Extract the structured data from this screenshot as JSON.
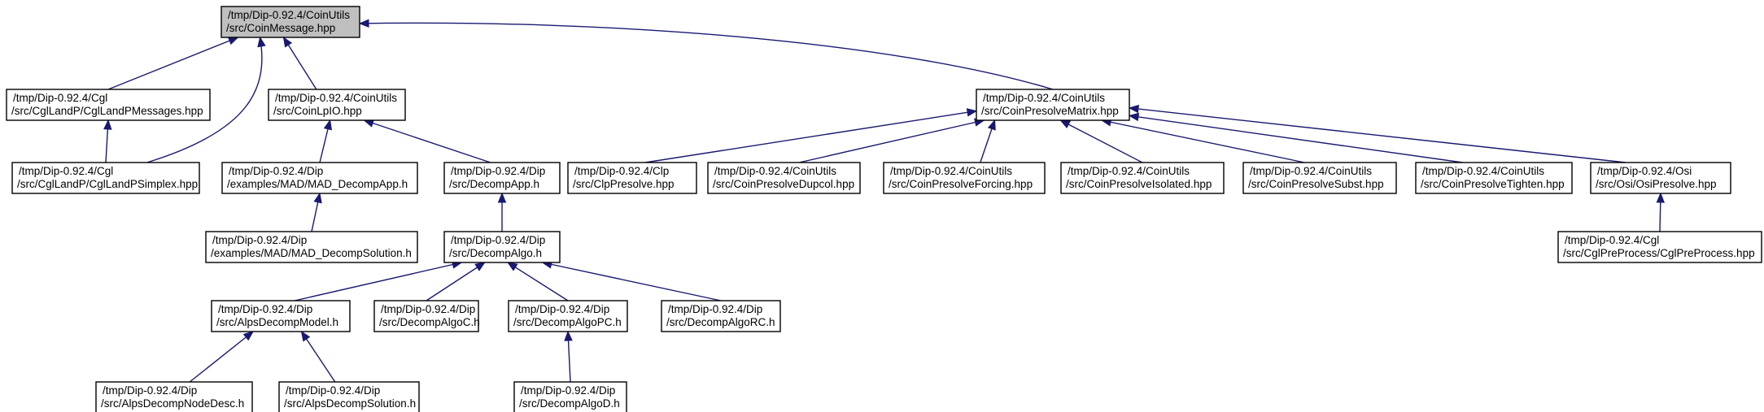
{
  "colors": {
    "edge": "#191970",
    "root_fill": "#bfbfbf",
    "node_fill": "#ffffff",
    "border": "#000000"
  },
  "nodes": [
    {
      "id": "coinmessage",
      "label": [
        "/tmp/Dip-0.92.4/CoinUtils",
        "/src/CoinMessage.hpp"
      ],
      "highlighted": true
    },
    {
      "id": "cgllandpmessages",
      "label": [
        "/tmp/Dip-0.92.4/Cgl",
        "/src/CglLandP/CglLandPMessages.hpp"
      ]
    },
    {
      "id": "coinlpio",
      "label": [
        "/tmp/Dip-0.92.4/CoinUtils",
        "/src/CoinLpIO.hpp"
      ]
    },
    {
      "id": "coinpresolvematrix",
      "label": [
        "/tmp/Dip-0.92.4/CoinUtils",
        "/src/CoinPresolveMatrix.hpp"
      ]
    },
    {
      "id": "cgllandpsimplex",
      "label": [
        "/tmp/Dip-0.92.4/Cgl",
        "/src/CglLandP/CglLandPSimplex.hpp"
      ]
    },
    {
      "id": "mad_decompapp",
      "label": [
        "/tmp/Dip-0.92.4/Dip",
        "/examples/MAD/MAD_DecompApp.h"
      ]
    },
    {
      "id": "decompapp",
      "label": [
        "/tmp/Dip-0.92.4/Dip",
        "/src/DecompApp.h"
      ]
    },
    {
      "id": "clppresolve",
      "label": [
        "/tmp/Dip-0.92.4/Clp",
        "/src/ClpPresolve.hpp"
      ]
    },
    {
      "id": "presolvedupcol",
      "label": [
        "/tmp/Dip-0.92.4/CoinUtils",
        "/src/CoinPresolveDupcol.hpp"
      ]
    },
    {
      "id": "presolveforcing",
      "label": [
        "/tmp/Dip-0.92.4/CoinUtils",
        "/src/CoinPresolveForcing.hpp"
      ]
    },
    {
      "id": "presolveisolated",
      "label": [
        "/tmp/Dip-0.92.4/CoinUtils",
        "/src/CoinPresolveIsolated.hpp"
      ]
    },
    {
      "id": "presolvesubst",
      "label": [
        "/tmp/Dip-0.92.4/CoinUtils",
        "/src/CoinPresolveSubst.hpp"
      ]
    },
    {
      "id": "presolvetighten",
      "label": [
        "/tmp/Dip-0.92.4/CoinUtils",
        "/src/CoinPresolveTighten.hpp"
      ]
    },
    {
      "id": "osipresolve",
      "label": [
        "/tmp/Dip-0.92.4/Osi",
        "/src/Osi/OsiPresolve.hpp"
      ]
    },
    {
      "id": "mad_decompsolution",
      "label": [
        "/tmp/Dip-0.92.4/Dip",
        "/examples/MAD/MAD_DecompSolution.h"
      ]
    },
    {
      "id": "decompalgo",
      "label": [
        "/tmp/Dip-0.92.4/Dip",
        "/src/DecompAlgo.h"
      ]
    },
    {
      "id": "cglpreprocess",
      "label": [
        "/tmp/Dip-0.92.4/Cgl",
        "/src/CglPreProcess/CglPreProcess.hpp"
      ]
    },
    {
      "id": "alpsdecompmodel",
      "label": [
        "/tmp/Dip-0.92.4/Dip",
        "/src/AlpsDecompModel.h"
      ]
    },
    {
      "id": "decompalgoc",
      "label": [
        "/tmp/Dip-0.92.4/Dip",
        "/src/DecompAlgoC.h"
      ]
    },
    {
      "id": "decompalgopc",
      "label": [
        "/tmp/Dip-0.92.4/Dip",
        "/src/DecompAlgoPC.h"
      ]
    },
    {
      "id": "decompalgorc",
      "label": [
        "/tmp/Dip-0.92.4/Dip",
        "/src/DecompAlgoRC.h"
      ]
    },
    {
      "id": "alpsdecompnodedesc",
      "label": [
        "/tmp/Dip-0.92.4/Dip",
        "/src/AlpsDecompNodeDesc.h"
      ]
    },
    {
      "id": "alpsdecompsolution",
      "label": [
        "/tmp/Dip-0.92.4/Dip",
        "/src/AlpsDecompSolution.h"
      ]
    },
    {
      "id": "decompalgod",
      "label": [
        "/tmp/Dip-0.92.4/Dip",
        "/src/DecompAlgoD.h"
      ]
    }
  ],
  "edges": [
    {
      "from": "cgllandpmessages",
      "to": "coinmessage"
    },
    {
      "from": "cgllandpsimplex",
      "to": "coinmessage"
    },
    {
      "from": "coinlpio",
      "to": "coinmessage"
    },
    {
      "from": "coinpresolvematrix",
      "to": "coinmessage"
    },
    {
      "from": "cgllandpsimplex",
      "to": "cgllandpmessages"
    },
    {
      "from": "mad_decompapp",
      "to": "coinlpio"
    },
    {
      "from": "decompapp",
      "to": "coinlpio"
    },
    {
      "from": "mad_decompsolution",
      "to": "mad_decompapp"
    },
    {
      "from": "decompalgo",
      "to": "decompapp"
    },
    {
      "from": "alpsdecompmodel",
      "to": "decompalgo"
    },
    {
      "from": "decompalgoc",
      "to": "decompalgo"
    },
    {
      "from": "decompalgopc",
      "to": "decompalgo"
    },
    {
      "from": "decompalgorc",
      "to": "decompalgo"
    },
    {
      "from": "alpsdecompnodedesc",
      "to": "alpsdecompmodel"
    },
    {
      "from": "alpsdecompsolution",
      "to": "alpsdecompmodel"
    },
    {
      "from": "decompalgod",
      "to": "decompalgopc"
    },
    {
      "from": "clppresolve",
      "to": "coinpresolvematrix"
    },
    {
      "from": "presolvedupcol",
      "to": "coinpresolvematrix"
    },
    {
      "from": "presolveforcing",
      "to": "coinpresolvematrix"
    },
    {
      "from": "presolveisolated",
      "to": "coinpresolvematrix"
    },
    {
      "from": "presolvesubst",
      "to": "coinpresolvematrix"
    },
    {
      "from": "presolvetighten",
      "to": "coinpresolvematrix"
    },
    {
      "from": "osipresolve",
      "to": "coinpresolvematrix"
    },
    {
      "from": "cglpreprocess",
      "to": "osipresolve"
    }
  ]
}
